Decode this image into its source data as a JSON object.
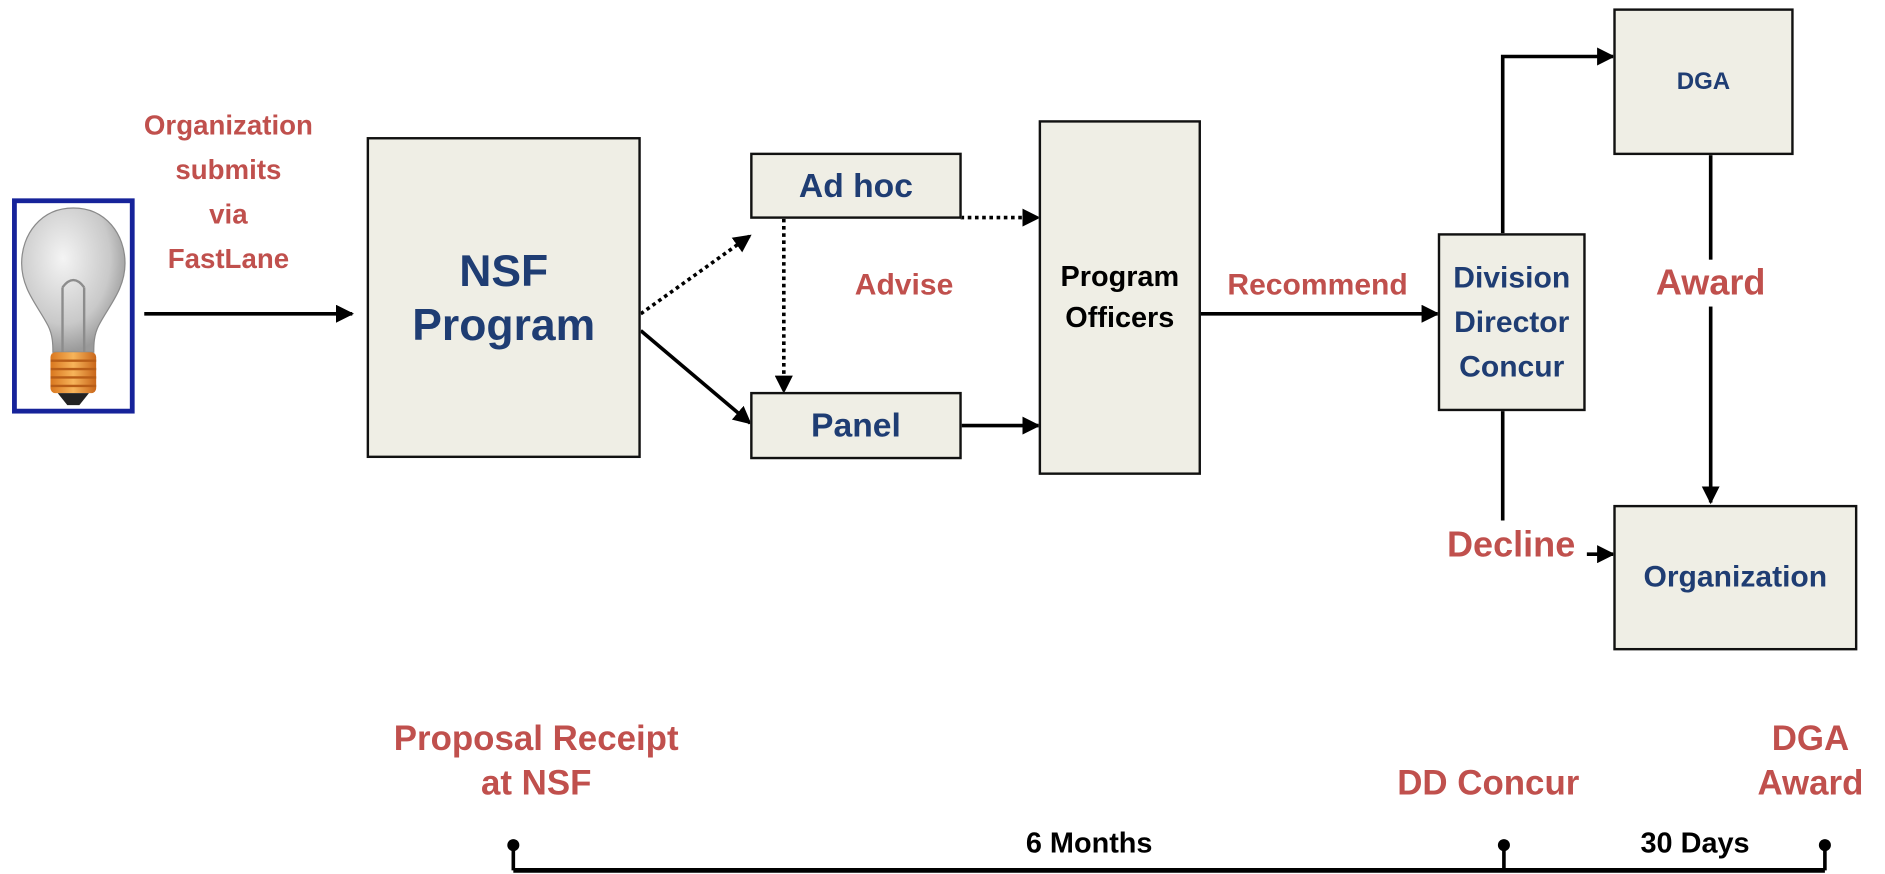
{
  "boxes": {
    "nsf_program": "NSF Program",
    "ad_hoc": "Ad hoc",
    "panel": "Panel",
    "program_officers": "Program Officers",
    "division_director": "Division Director Concur",
    "dga": "DGA",
    "organization": "Organization"
  },
  "labels": {
    "submit_line1": "Organization",
    "submit_line2": "submits",
    "submit_line3": "via",
    "submit_line4": "FastLane",
    "advise": "Advise",
    "recommend": "Recommend",
    "award": "Award",
    "decline": "Decline"
  },
  "timeline": {
    "receipt_line1": "Proposal Receipt",
    "receipt_line2": "at NSF",
    "dd_concur": "DD Concur",
    "dga_line1": "DGA",
    "dga_line2": "Award",
    "span1": "6 Months",
    "span2": "30 Days"
  },
  "colors": {
    "box_fill": "#efeee5",
    "box_text": "#1f3d73",
    "label_red": "#c0504d",
    "frame_blue": "#16239a"
  }
}
